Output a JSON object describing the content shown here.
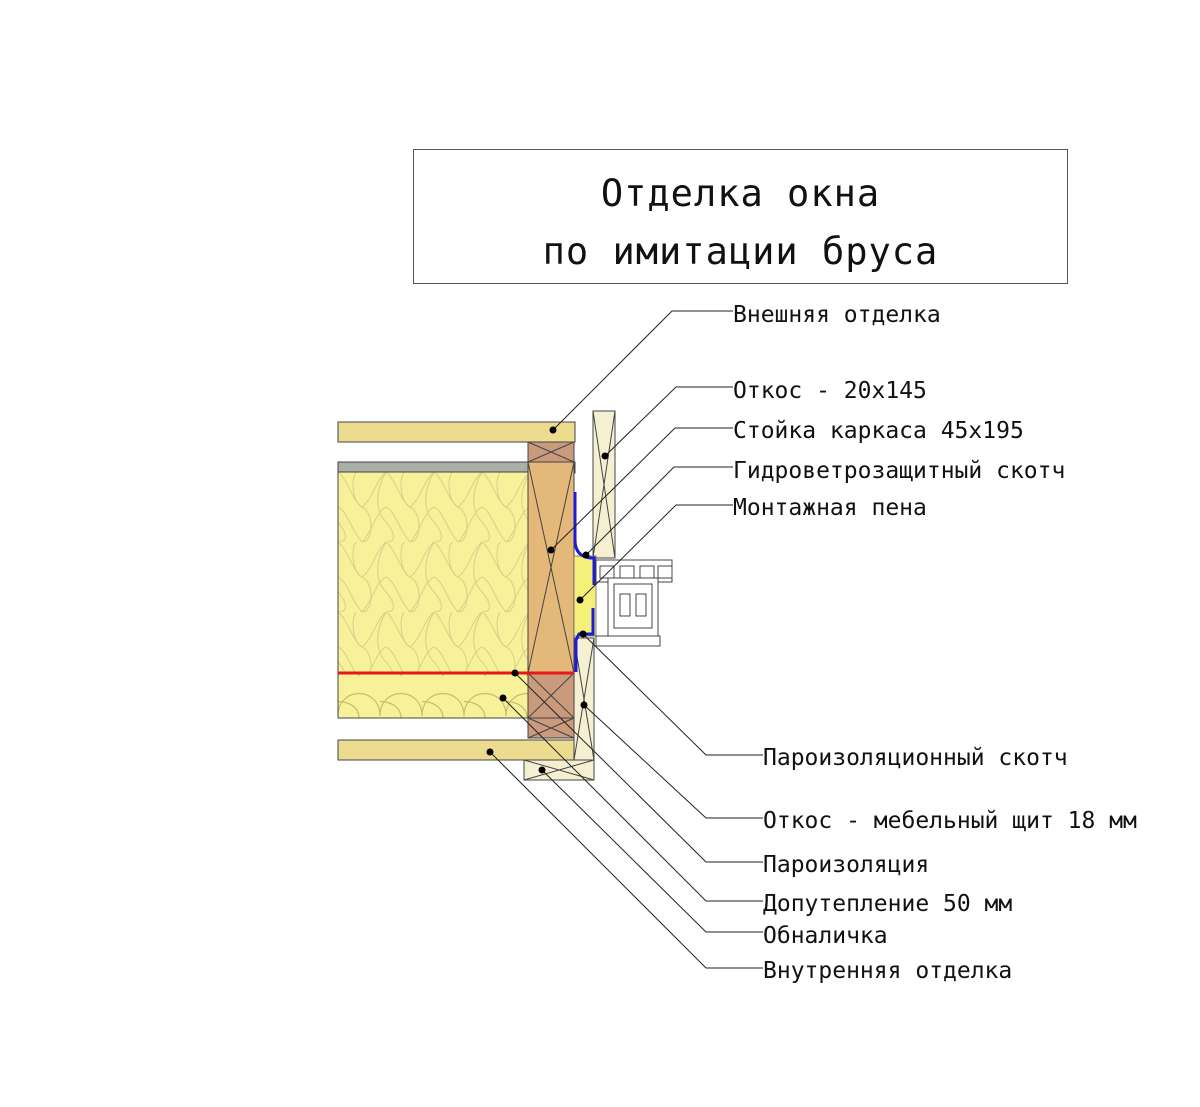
{
  "title": {
    "line1": "Отделка окна",
    "line2": "по имитации бруса"
  },
  "labels": [
    "Внешняя отделка",
    "Откос - 20х145",
    "Стойка каркаса 45х195",
    "Гидроветрозащитный скотч",
    "Монтажная пена",
    "Пароизоляционный скотч",
    "Откос - мебельный щит 18 мм",
    "Пароизоляция",
    "Допутепление 50 мм",
    "Обналичка",
    "Внутренняя отделка"
  ],
  "colors": {
    "board": "#eddb8f",
    "insulation": "#f7f19a",
    "insulation_pattern": "#cfc77a",
    "stud": "#e4b878",
    "stud_end": "#c99a7c",
    "trim": "#f6f0d3",
    "membrane_grey": "#a8b0a8",
    "vapor_barrier": "#e81818",
    "tape": "#1b1bd8",
    "foam": "#f4f07a",
    "window_frame": "#ffffff"
  }
}
